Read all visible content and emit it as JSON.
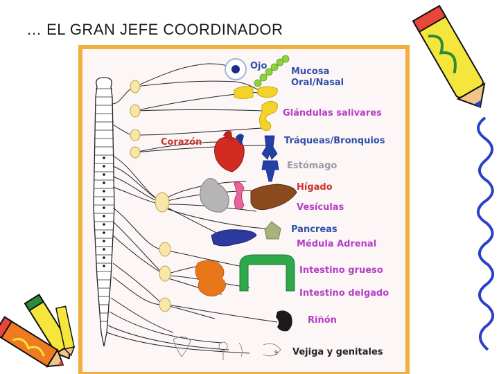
{
  "slide": {
    "title": "… EL GRAN  JEFE COORDINADOR"
  },
  "colors": {
    "panel_border": "#f0b040",
    "panel_fill": "#fdf6f7",
    "label_blue": "#2f4fa8",
    "label_purple": "#b43ec4",
    "label_red": "#c8322d",
    "label_gray": "#9a9aa8",
    "label_dark": "#222222"
  },
  "diagram": {
    "labels": {
      "ojo": "Ojo",
      "mucosa": "Mucosa",
      "oral_nasal": "Oral/Nasal",
      "glandulas": "Glándulas salivares",
      "corazon": "Corazón",
      "traqueas": "Tráqueas/Bronquios",
      "estomago": "Estómago",
      "higado": "Hígado",
      "vesiculas": "Vesículas",
      "pancreas": "Pancreas",
      "medula": "Médula Adrenal",
      "intestino_grueso": "Intestino grueso",
      "intestino_delgado": "Intestino delgado",
      "rinon": "Riñón",
      "vejiga": "Vejiga y genitales",
      "small_number": "9"
    }
  },
  "decorations": {
    "pencil_top_right": "pencil-icon",
    "pencil_bottom_left": "pencils-icon",
    "squiggle_right": "squiggle-line"
  }
}
